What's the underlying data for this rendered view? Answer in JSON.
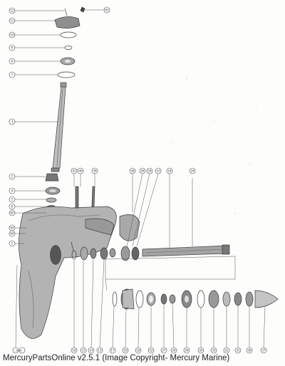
{
  "footer": {
    "caption": "MercuryPartsOnline v2.5.1 (Image Copyright- Mercury Marine)"
  },
  "callouts": {
    "left": [
      "12",
      "11",
      "10",
      "9",
      "8",
      "7",
      "3",
      "2",
      "4",
      "5",
      "6",
      "62",
      "63",
      "64",
      "1"
    ],
    "top_mid": [
      "41",
      "40",
      "39",
      "38",
      "28",
      "29",
      "23",
      "24"
    ],
    "bottom": [
      "16",
      "15",
      "14",
      "13",
      "17",
      "19",
      "18",
      "22",
      "20",
      "27",
      "26",
      "25",
      "26",
      "33",
      "32",
      "31",
      "36",
      "37",
      "35",
      "34"
    ],
    "top_right": "61",
    "corner": "30 35"
  }
}
